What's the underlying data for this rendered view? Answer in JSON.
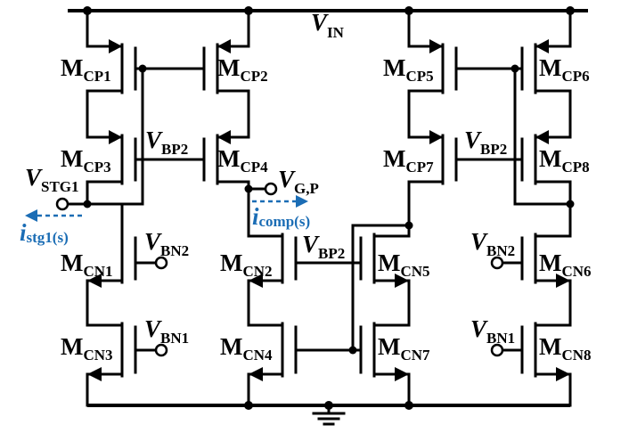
{
  "title": "",
  "supply": {
    "base": "V",
    "sub": "IN"
  },
  "ground_icon": "ground-icon",
  "colors": {
    "wire": "#000000",
    "current": "#1b6db5"
  },
  "transistors": {
    "MCP1": {
      "base": "M",
      "sub": "CP1"
    },
    "MCP2": {
      "base": "M",
      "sub": "CP2"
    },
    "MCP3": {
      "base": "M",
      "sub": "CP3"
    },
    "MCP4": {
      "base": "M",
      "sub": "CP4"
    },
    "MCP5": {
      "base": "M",
      "sub": "CP5"
    },
    "MCP6": {
      "base": "M",
      "sub": "CP6"
    },
    "MCP7": {
      "base": "M",
      "sub": "CP7"
    },
    "MCP8": {
      "base": "M",
      "sub": "CP8"
    },
    "MCN1": {
      "base": "M",
      "sub": "CN1"
    },
    "MCN2": {
      "base": "M",
      "sub": "CN2"
    },
    "MCN3": {
      "base": "M",
      "sub": "CN3"
    },
    "MCN4": {
      "base": "M",
      "sub": "CN4"
    },
    "MCN5": {
      "base": "M",
      "sub": "CN5"
    },
    "MCN6": {
      "base": "M",
      "sub": "CN6"
    },
    "MCN7": {
      "base": "M",
      "sub": "CN7"
    },
    "MCN8": {
      "base": "M",
      "sub": "CN8"
    }
  },
  "bias": {
    "vbp2": {
      "base": "V",
      "sub": "BP2"
    },
    "vbn2": {
      "base": "V",
      "sub": "BN2"
    },
    "vbn1": {
      "base": "V",
      "sub": "BN1"
    }
  },
  "nodes": {
    "vstg1": {
      "base": "V",
      "sub": "STG1"
    },
    "vgp": {
      "base": "V",
      "sub": "G,P"
    }
  },
  "currents": {
    "istg1": {
      "base": "i",
      "sub": "stg1(s)"
    },
    "icomp": {
      "base": "i",
      "sub": "comp(s)"
    }
  }
}
